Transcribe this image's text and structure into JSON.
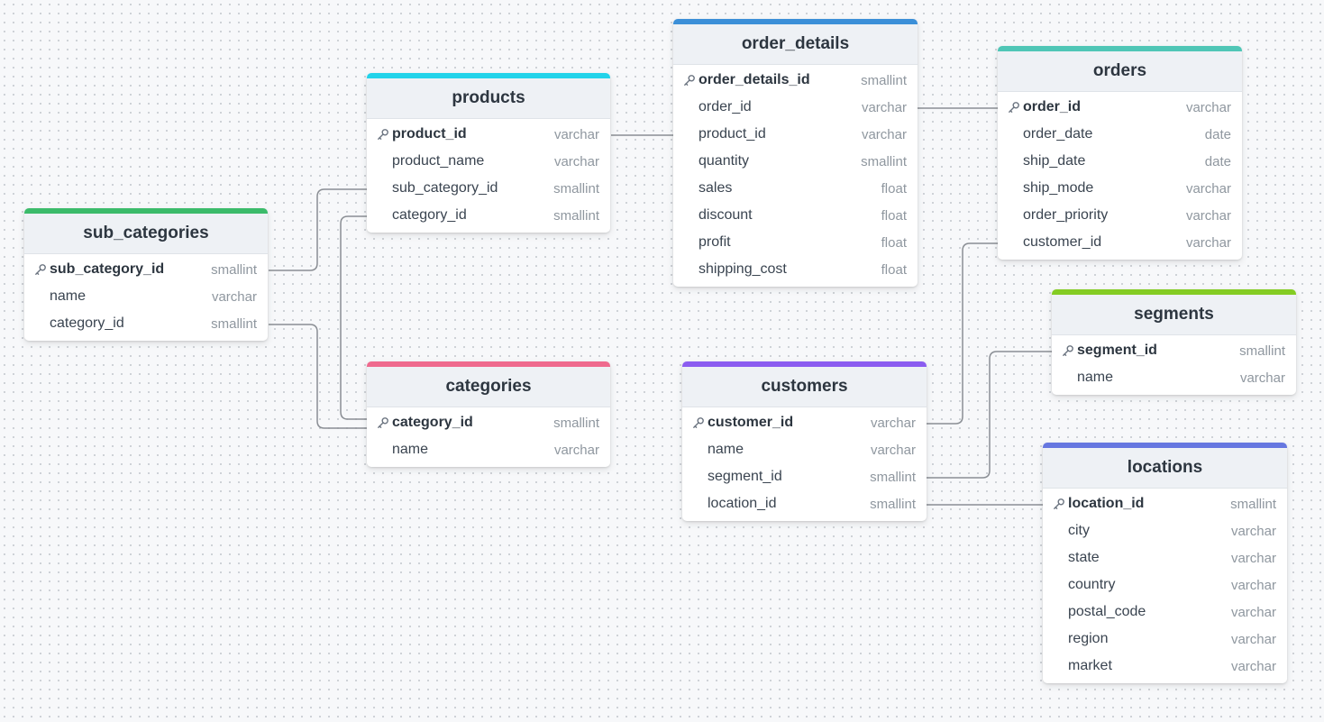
{
  "colors": {
    "sub_categories": "#3bbb6a",
    "products": "#22d3ea",
    "categories": "#ef6a8e",
    "order_details": "#3b8fd8",
    "orders": "#4fc6b6",
    "customers": "#8b5cf0",
    "segments": "#84cc23",
    "locations": "#6677e0",
    "edge": "#8a8e94"
  },
  "icons": {
    "primary_key": "key-icon"
  },
  "tables": {
    "sub_categories": {
      "title": "sub_categories",
      "columns": [
        {
          "name": "sub_category_id",
          "type": "smallint",
          "pk": true
        },
        {
          "name": "name",
          "type": "varchar"
        },
        {
          "name": "category_id",
          "type": "smallint"
        }
      ]
    },
    "products": {
      "title": "products",
      "columns": [
        {
          "name": "product_id",
          "type": "varchar",
          "pk": true
        },
        {
          "name": "product_name",
          "type": "varchar"
        },
        {
          "name": "sub_category_id",
          "type": "smallint"
        },
        {
          "name": "category_id",
          "type": "smallint"
        }
      ]
    },
    "categories": {
      "title": "categories",
      "columns": [
        {
          "name": "category_id",
          "type": "smallint",
          "pk": true
        },
        {
          "name": "name",
          "type": "varchar"
        }
      ]
    },
    "order_details": {
      "title": "order_details",
      "columns": [
        {
          "name": "order_details_id",
          "type": "smallint",
          "pk": true
        },
        {
          "name": "order_id",
          "type": "varchar"
        },
        {
          "name": "product_id",
          "type": "varchar"
        },
        {
          "name": "quantity",
          "type": "smallint"
        },
        {
          "name": "sales",
          "type": "float"
        },
        {
          "name": "discount",
          "type": "float"
        },
        {
          "name": "profit",
          "type": "float"
        },
        {
          "name": "shipping_cost",
          "type": "float"
        }
      ]
    },
    "orders": {
      "title": "orders",
      "columns": [
        {
          "name": "order_id",
          "type": "varchar",
          "pk": true
        },
        {
          "name": "order_date",
          "type": "date"
        },
        {
          "name": "ship_date",
          "type": "date"
        },
        {
          "name": "ship_mode",
          "type": "varchar"
        },
        {
          "name": "order_priority",
          "type": "varchar"
        },
        {
          "name": "customer_id",
          "type": "varchar"
        }
      ]
    },
    "customers": {
      "title": "customers",
      "columns": [
        {
          "name": "customer_id",
          "type": "varchar",
          "pk": true
        },
        {
          "name": "name",
          "type": "varchar"
        },
        {
          "name": "segment_id",
          "type": "smallint"
        },
        {
          "name": "location_id",
          "type": "smallint"
        }
      ]
    },
    "segments": {
      "title": "segments",
      "columns": [
        {
          "name": "segment_id",
          "type": "smallint",
          "pk": true
        },
        {
          "name": "name",
          "type": "varchar"
        }
      ]
    },
    "locations": {
      "title": "locations",
      "columns": [
        {
          "name": "location_id",
          "type": "smallint",
          "pk": true
        },
        {
          "name": "city",
          "type": "varchar"
        },
        {
          "name": "state",
          "type": "varchar"
        },
        {
          "name": "country",
          "type": "varchar"
        },
        {
          "name": "postal_code",
          "type": "varchar"
        },
        {
          "name": "region",
          "type": "varchar"
        },
        {
          "name": "market",
          "type": "varchar"
        }
      ]
    }
  },
  "relationships": [
    {
      "from": "sub_categories.sub_category_id",
      "to": "products.sub_category_id"
    },
    {
      "from": "sub_categories.category_id",
      "to": "categories.category_id"
    },
    {
      "from": "products.category_id",
      "to": "categories.category_id"
    },
    {
      "from": "products.product_id",
      "to": "order_details.product_id"
    },
    {
      "from": "order_details.order_id",
      "to": "orders.order_id"
    },
    {
      "from": "orders.customer_id",
      "to": "customers.customer_id"
    },
    {
      "from": "customers.segment_id",
      "to": "segments.segment_id"
    },
    {
      "from": "customers.location_id",
      "to": "locations.location_id"
    }
  ]
}
